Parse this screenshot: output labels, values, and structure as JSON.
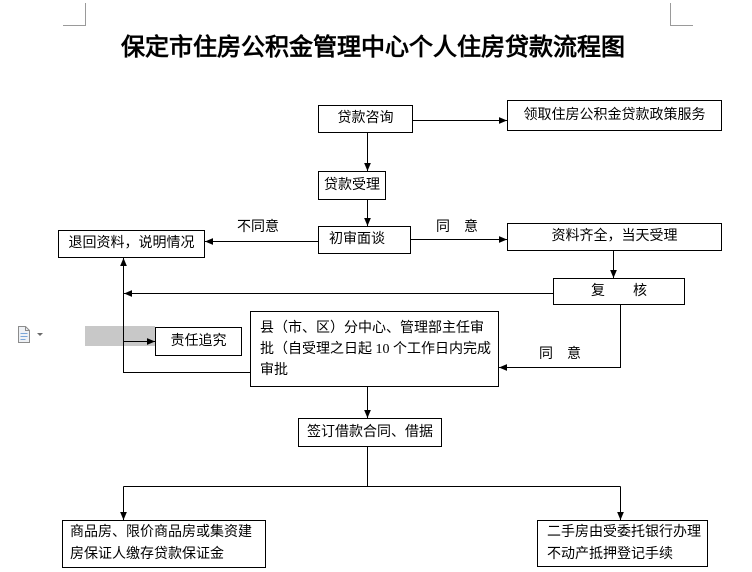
{
  "document": {
    "title": "保定市住房公积金管理中心个人住房贷款流程图"
  },
  "flowchart": {
    "nodes": {
      "loan_consultation": "贷款咨询",
      "policy_service": "领取住房公积金贷款政策服务",
      "loan_acceptance": "贷款受理",
      "initial_interview": "初审面谈",
      "return_materials": "退回资料，说明情况",
      "materials_complete": "资料齐全，当天受理",
      "review": "复　　核",
      "branch_approval": [
        "县（市、区）分中心、管理部主任审",
        "批（自受理之日起 10 个工作日内完成",
        "审批"
      ],
      "accountability": "责任追究",
      "sign_contract": "签订借款合同、借据",
      "new_housing_guarantee": [
        "商品房、限价商品房或集资建",
        "房保证人缴存贷款保证金"
      ],
      "second_hand_mortgage": [
        "二手房由受委托银行办理",
        "不动产抵押登记手续"
      ]
    },
    "edge_labels": {
      "interview_rejected": "不同意",
      "interview_approved": "同　意",
      "review_approved": "同　意"
    }
  },
  "colors": {
    "line": "#000000",
    "box_border": "#000000",
    "highlight": "#c8c8c8",
    "background": "#ffffff",
    "crop_mark": "#9a9a9a"
  },
  "icons": {
    "paste_options": "paste-options-icon",
    "paste_options_menu": "chevron-down-icon"
  }
}
